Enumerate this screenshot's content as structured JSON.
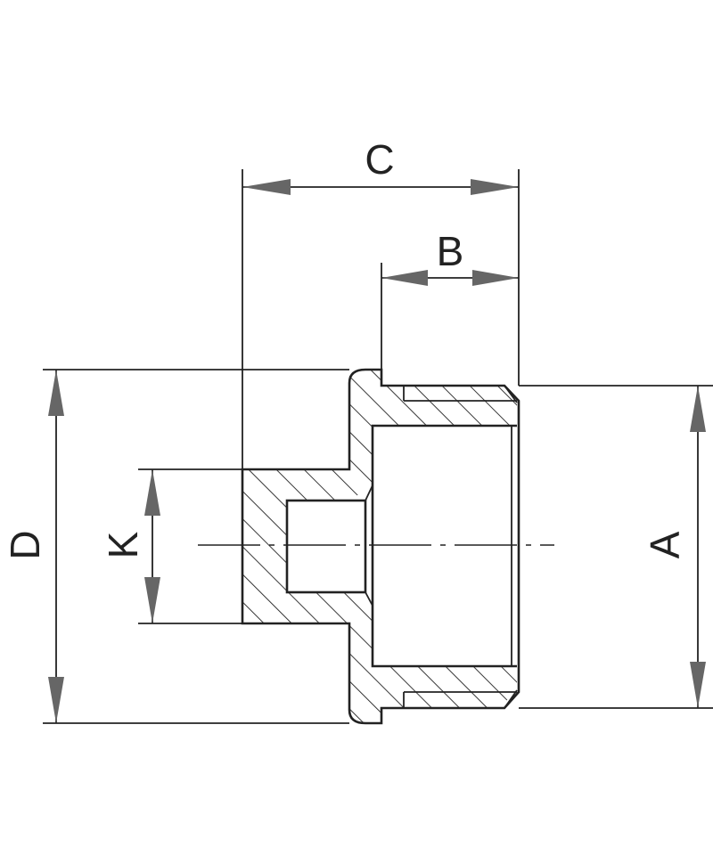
{
  "drawing": {
    "dimensions": [
      {
        "id": "C",
        "label": "C"
      },
      {
        "id": "B",
        "label": "B"
      },
      {
        "id": "D",
        "label": "D"
      },
      {
        "id": "K",
        "label": "K"
      },
      {
        "id": "A",
        "label": "A"
      }
    ],
    "colors": {
      "line": "#222222",
      "arrow": "#666666",
      "background": "#ffffff"
    }
  }
}
